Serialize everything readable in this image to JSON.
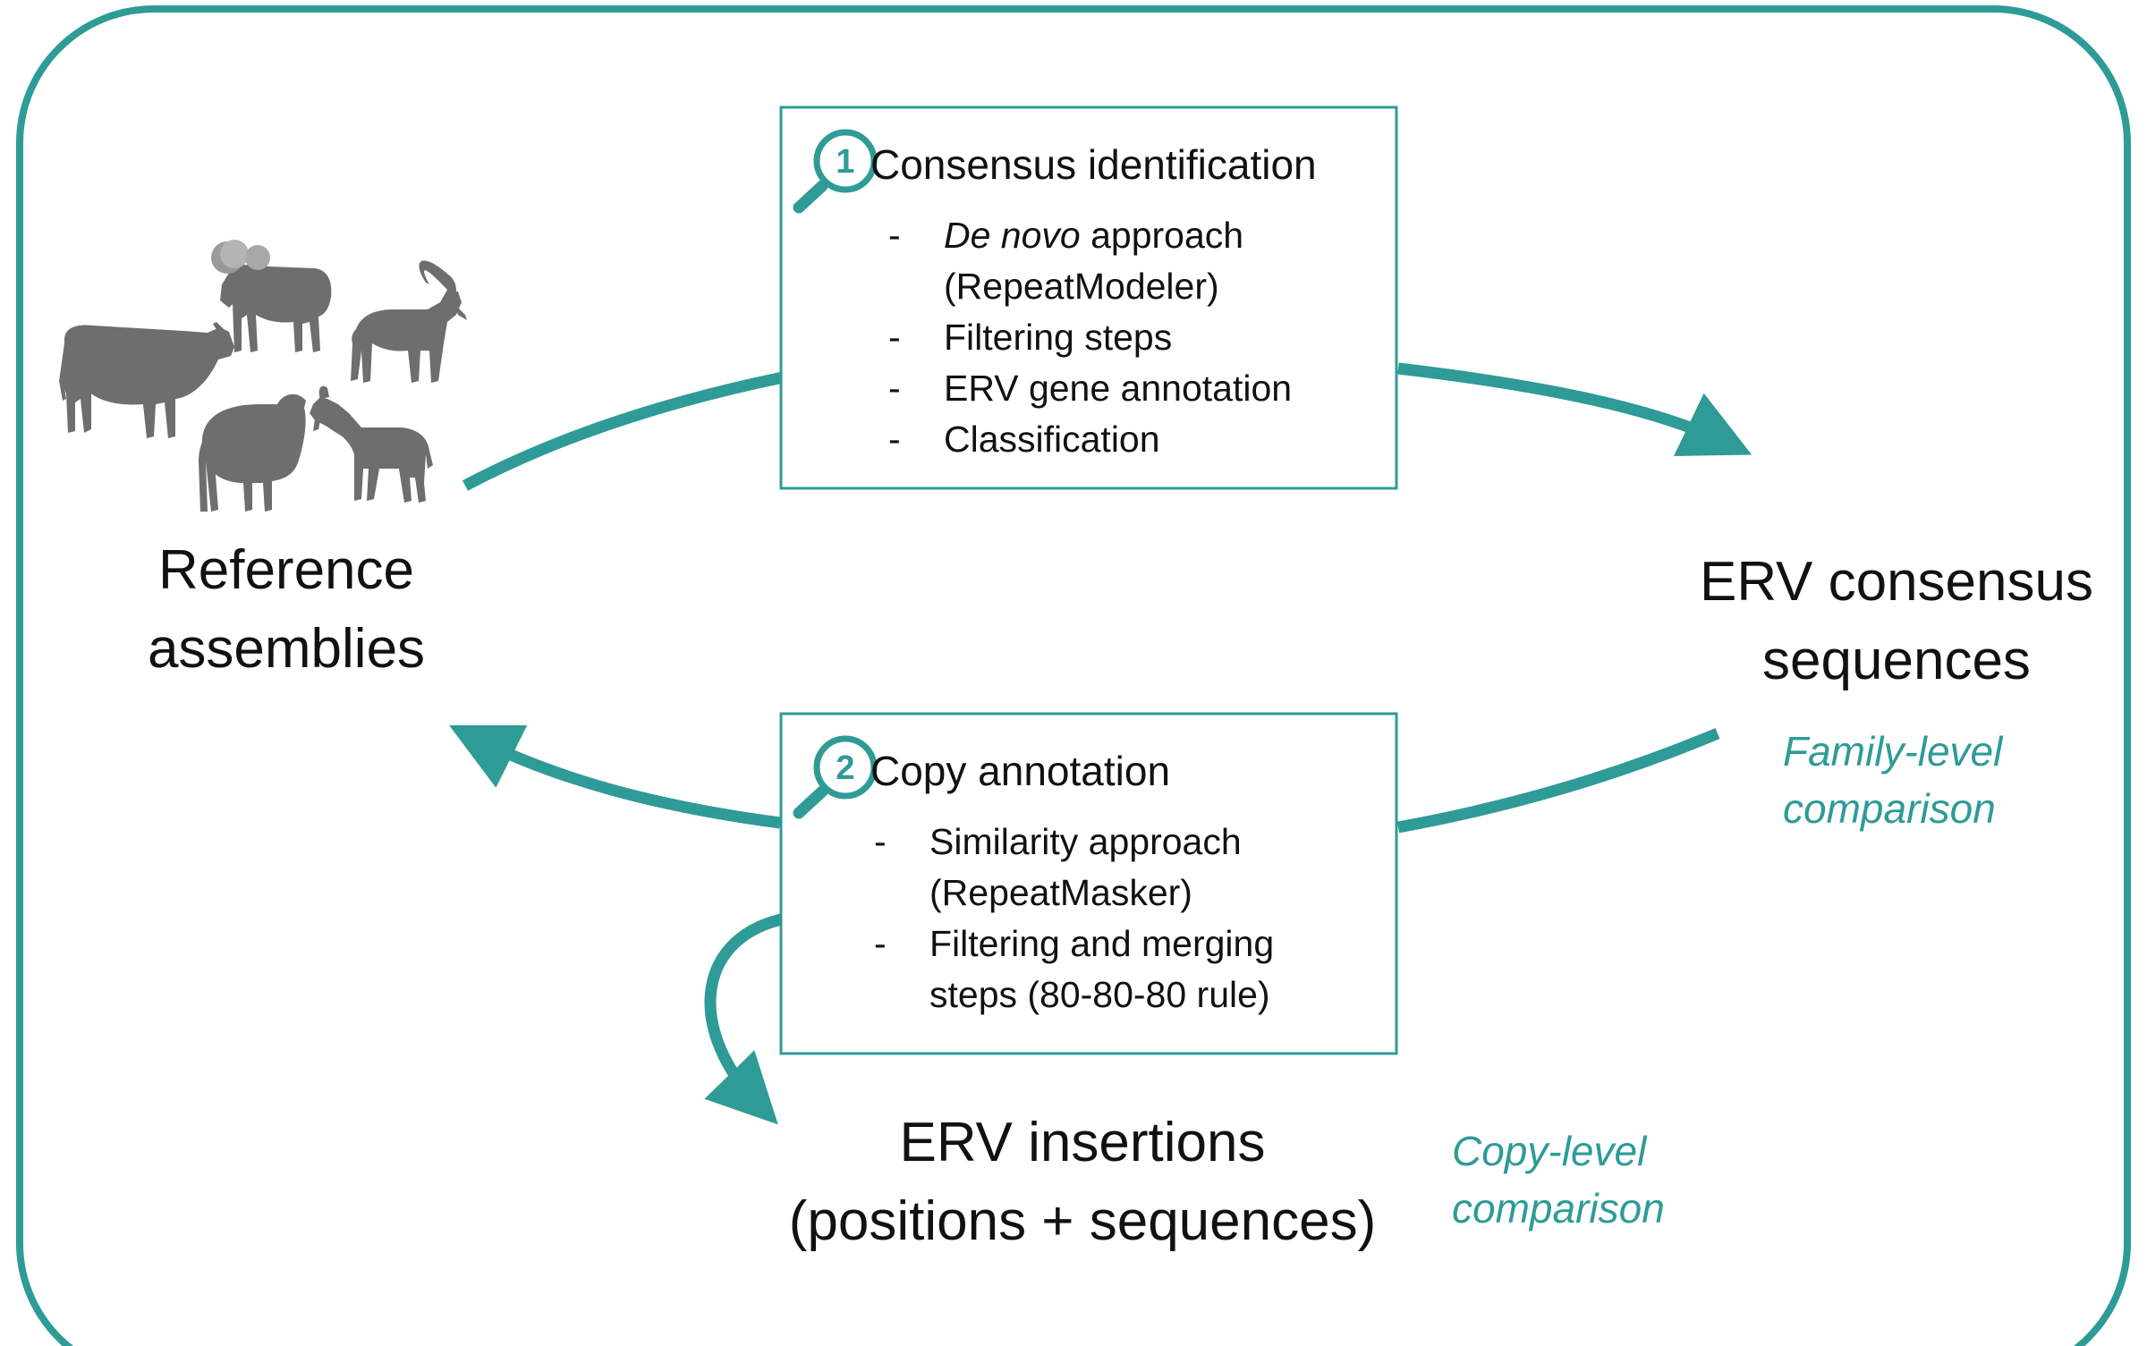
{
  "colors": {
    "accent": "#2e9b97",
    "text": "#111111",
    "animal": "#6e6e6e"
  },
  "nodes": {
    "reference": {
      "line1": "Reference",
      "line2": "assemblies"
    },
    "consensus": {
      "line1": "ERV consensus",
      "line2": "sequences"
    },
    "insertions": {
      "line1": "ERV insertions",
      "line2": "(positions + sequences)"
    }
  },
  "steps": [
    {
      "number": "1",
      "title": "Consensus identification",
      "bullets": [
        {
          "dash": "-",
          "italic": "De novo",
          "text": " approach",
          "line2": "(RepeatModeler)"
        },
        {
          "dash": "-",
          "text": "Filtering steps"
        },
        {
          "dash": "-",
          "text": "ERV gene annotation"
        },
        {
          "dash": "-",
          "text": "Classification"
        }
      ]
    },
    {
      "number": "2",
      "title": "Copy annotation",
      "bullets": [
        {
          "dash": "-",
          "text": "Similarity approach",
          "line2": "(RepeatMasker)"
        },
        {
          "dash": "-",
          "text": "Filtering and merging",
          "line2": "steps (80-80-80 rule)"
        }
      ]
    }
  ],
  "notes": {
    "family": {
      "line1": "Family-level",
      "line2": "comparison"
    },
    "copy": {
      "line1": "Copy-level",
      "line2": "comparison"
    }
  },
  "icons": [
    "magnifier-icon",
    "cow-icon",
    "ram-icon",
    "ibex-icon",
    "sheep-icon",
    "goat-icon"
  ]
}
